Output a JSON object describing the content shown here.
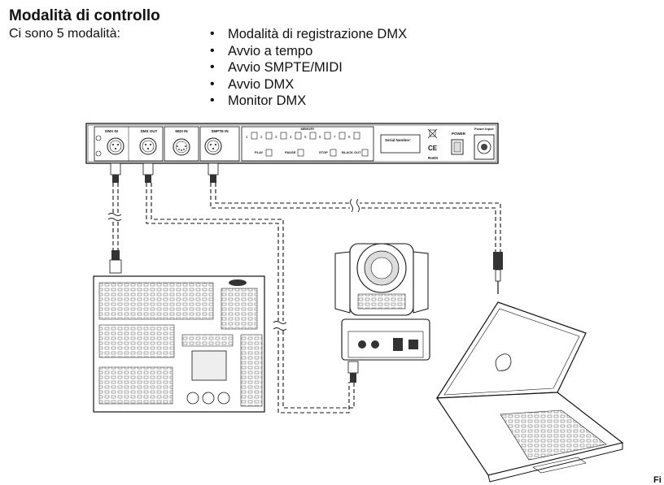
{
  "header": {
    "title": "Modalità di controllo",
    "subtitle": "Ci sono 5 modalità:"
  },
  "modes": [
    "Modalità di registrazione DMX",
    "Avvio a tempo",
    "Avvio SMPTE/MIDI",
    "Avvio DMX",
    "Monitor DMX"
  ],
  "rack_unit": {
    "dmx_in": "DMX IN",
    "dmx_out": "DMX OUT",
    "midi_in": "MIDI IN",
    "smpte_in": "SMPTE IN",
    "memory": "MEMORY",
    "memory_numbers": [
      "1",
      "2",
      "3",
      "4",
      "5",
      "6",
      "7",
      "8"
    ],
    "play": "PLAY",
    "pause": "PAUSE",
    "stop": "STOP",
    "blackout": "BLACK OUT",
    "serial_number": "Serial Number:",
    "power": "POWER",
    "power_input": "Power Input:",
    "ce_mark": "CE",
    "rohs_mark": "RoHS"
  },
  "page_marker": "Fi"
}
